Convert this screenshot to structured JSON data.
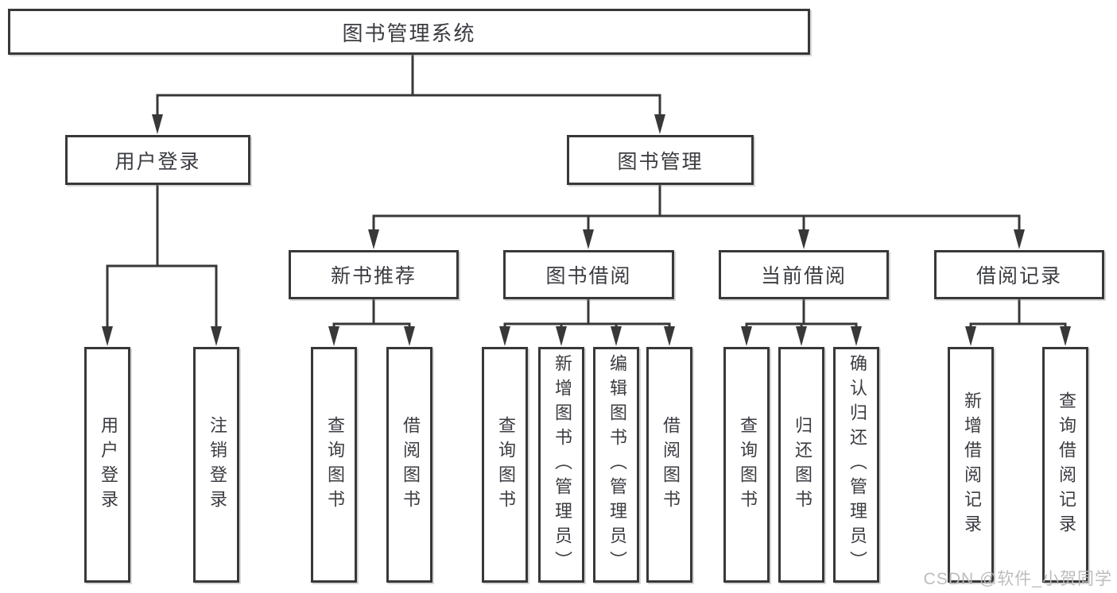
{
  "tree": {
    "label": "图书管理系统",
    "children": [
      {
        "label": "用户登录",
        "children": [
          {
            "label": "用户登录"
          },
          {
            "label": "注销登录"
          }
        ]
      },
      {
        "label": "图书管理",
        "children": [
          {
            "label": "新书推荐",
            "children": [
              {
                "label": "查询图书"
              },
              {
                "label": "借阅图书"
              }
            ]
          },
          {
            "label": "图书借阅",
            "children": [
              {
                "label": "查询图书"
              },
              {
                "label": "新增图书（管理员）"
              },
              {
                "label": "编辑图书（管理员）"
              },
              {
                "label": "借阅图书"
              }
            ]
          },
          {
            "label": "当前借阅",
            "children": [
              {
                "label": "查询图书"
              },
              {
                "label": "归还图书"
              },
              {
                "label": "确认归还（管理员）"
              }
            ]
          },
          {
            "label": "借阅记录",
            "children": [
              {
                "label": "新增借阅记录"
              },
              {
                "label": "查询借阅记录"
              }
            ]
          }
        ]
      }
    ]
  },
  "watermark": {
    "text": "CSDN @软件_小贺同学"
  },
  "colors": {
    "line": "#383838",
    "text": "#3b3c42",
    "box_background": "#ffffff",
    "watermark": "#b9b9b9"
  }
}
